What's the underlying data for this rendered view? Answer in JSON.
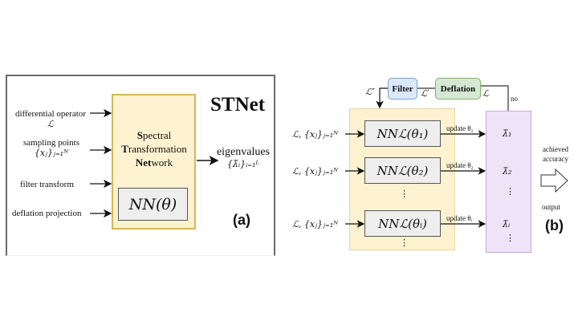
{
  "panel_a": {
    "title": "STNet",
    "label": "(a)",
    "inputs": [
      {
        "text": "differential operator",
        "math": "ℒ"
      },
      {
        "text": "sampling points",
        "math": "{xⱼ}ⱼ₌₁ᴺ"
      },
      {
        "text": "filter transform",
        "math": ""
      },
      {
        "text": "deflation projection",
        "math": ""
      }
    ],
    "network": {
      "line1_bold": "S",
      "line1_rest": "pectral",
      "line2_bold": "T",
      "line2_rest": "ransformation",
      "line3_bold": "Net",
      "line3_rest": "work",
      "inner": "NN(θ)"
    },
    "output": {
      "text": "eigenvalues",
      "math": "{λ̃ᵢ}ᵢ₌₁ᴸ"
    }
  },
  "panel_b": {
    "label": "(b)",
    "filter_label": "Filter",
    "deflation_label": "Deflation",
    "op_double_prime": "ℒ″",
    "op_prime": "ℒ′",
    "op": "ℒ",
    "no_label": "no",
    "input_label": "ℒ, {xⱼ}ⱼ₌₁ᴺ",
    "networks": [
      {
        "name": "NNℒ(θ₁)",
        "update": "update θ₁",
        "eig": "λ̃₁"
      },
      {
        "name": "NNℒ(θ₂)",
        "update": "update θ₂",
        "eig": "λ̃₂"
      },
      {
        "name": "NNℒ(θᵢ)",
        "update": "update θᵢ",
        "eig": "λ̃ᵢ"
      }
    ],
    "vdots": "⋮",
    "achieved": "achieved",
    "accuracy": "accuracy",
    "output": "output"
  }
}
